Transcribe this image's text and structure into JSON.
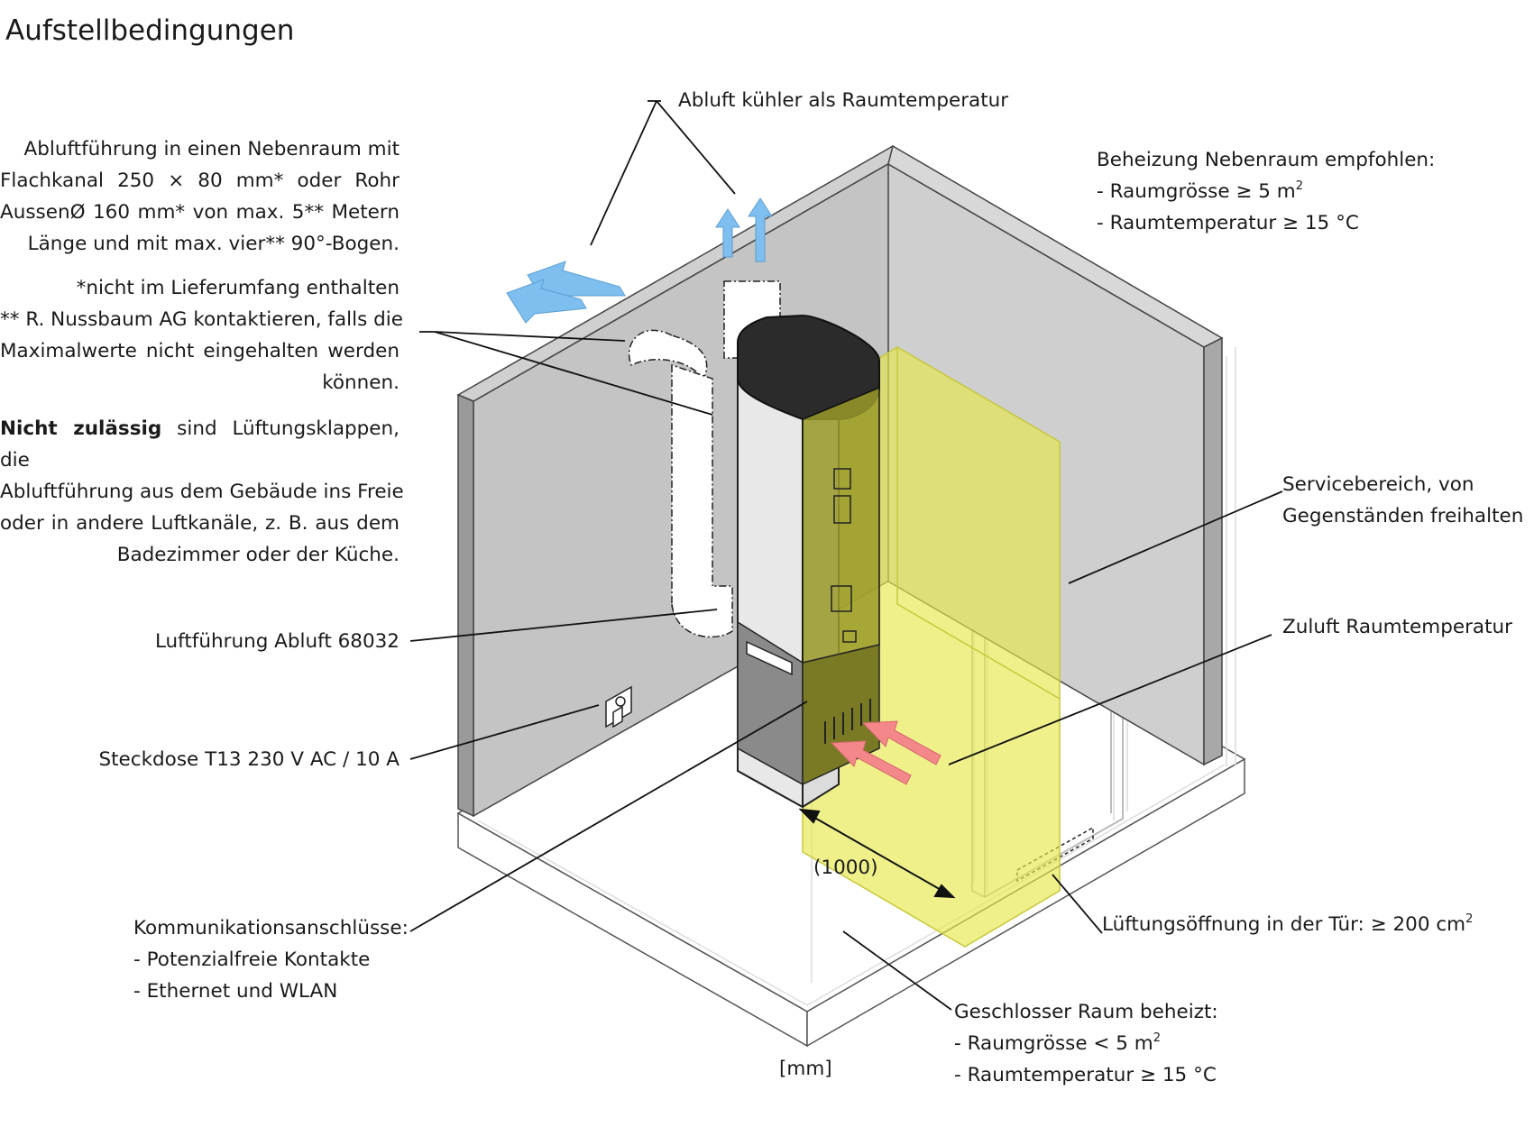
{
  "title": "Aufstellbedingungen",
  "unit_label": "[mm]",
  "dimension_label": "(1000)",
  "exhaust_duct": {
    "lines": [
      "Abluftführung in einen Nebenraum mit",
      "Flachkanal 250 × 80 mm* oder Rohr",
      "AussenØ 160 mm* von max. 5** Metern",
      "Länge und mit max. vier** 90°-Bogen."
    ]
  },
  "footnotes": {
    "note1": "*nicht im Lieferumfang enthalten",
    "note2_lines": [
      "** R. Nussbaum AG kontaktieren, falls die",
      "Maximalwerte nicht eingehalten werden",
      "können."
    ]
  },
  "not_allowed": {
    "bold": "Nicht zulässig",
    "lines": [
      "sind Lüftungsklappen, die",
      "Abluftführung aus dem Gebäude ins Freie",
      "oder in andere Luftkanäle, z. B. aus dem",
      "Badezimmer oder der Küche."
    ]
  },
  "air_duct": "Luftführung Abluft 68032",
  "socket": "Steckdose T13 230 V AC / 10 A",
  "communication": {
    "heading": "Kommunikationsanschlüsse:",
    "items": [
      "- Potenzialfreie Kontakte",
      "- Ethernet und WLAN"
    ]
  },
  "exhaust_air": "Abluft kühler als Raumtemperatur",
  "adjacent_room_heating": {
    "heading": "Beheizung Nebenraum empfohlen:",
    "size_prefix": "- Raumgrösse ≥ 5 m",
    "size_sup": "2",
    "temperature": "- Raumtemperatur ≥ 15 °C"
  },
  "service_area": {
    "lines": [
      "Servicebereich, von",
      "Gegenständen freihalten"
    ]
  },
  "supply_air": "Zuluft Raumtemperatur",
  "door_vent": {
    "prefix": "Lüftungsöffnung in der Tür: ≥ 200 cm",
    "sup": "2"
  },
  "closed_room": {
    "heading": "Geschlosser Raum beheizt:",
    "size_prefix": "- Raumgrösse < 5 m",
    "size_sup": "2",
    "temperature": "- Raumtemperatur ≥ 15 °C"
  },
  "colors": {
    "service_area": "#e6e84a",
    "exhaust_arrow": "#7fbfef",
    "supply_arrow": "#f4878a",
    "wall": "#bdbdbd",
    "unit_dark": "#2b2b2b",
    "unit_panel": "#dcdcdc"
  },
  "icons": [
    "arrow-up-icon",
    "arrow-diagonal-icon",
    "socket-icon"
  ]
}
